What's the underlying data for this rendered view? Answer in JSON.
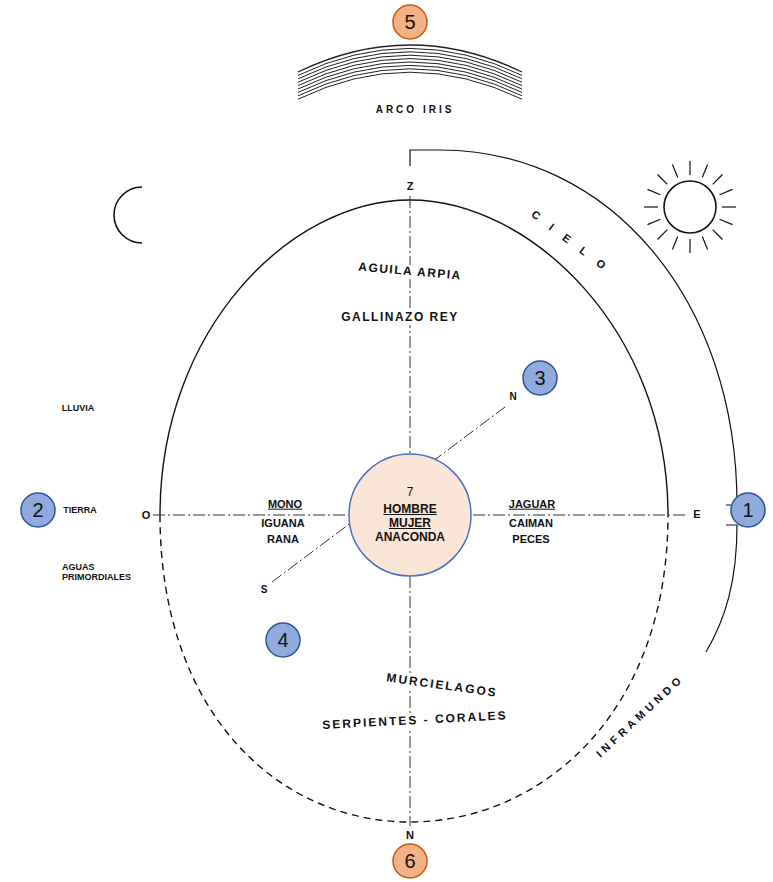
{
  "diagram": {
    "nodes": [
      {
        "text": [
          "5"
        ]
      },
      {
        "text": [
          "3"
        ]
      },
      {
        "text": [
          "2"
        ]
      },
      {
        "text": [
          "7",
          "HOMBRE",
          "MUJER",
          "ANACONDA"
        ]
      },
      {
        "text": [
          "1"
        ]
      },
      {
        "text": [
          "4"
        ]
      },
      {
        "text": [
          "6"
        ]
      }
    ],
    "labels": [
      "ARCO IRIS",
      "Z",
      "CIELO",
      "AGUILA ARPIA",
      "GALLINAZO REY",
      "N",
      "LLUVIA",
      "TIERRA",
      "O",
      "MONO",
      "IGUANA",
      "RANA",
      "JAGUAR",
      "E",
      "CAIMAN",
      "PECES",
      "AGUAS PRIMORDIALES",
      "S",
      "MURCIELAGOS",
      "SERPIENTES - CORALES",
      "N",
      "INFRAMUNDO"
    ]
  }
}
